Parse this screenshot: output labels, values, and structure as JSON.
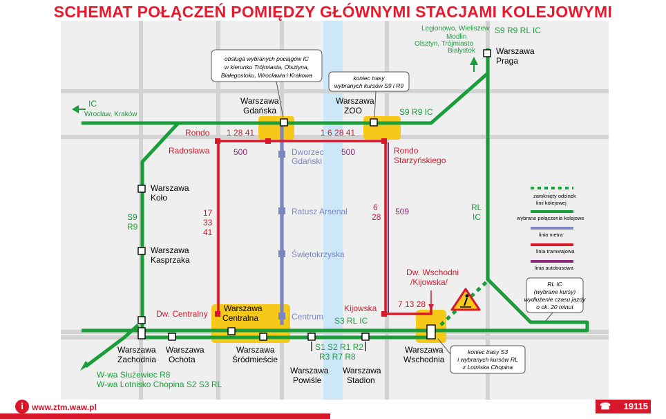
{
  "title": "SCHEMAT POŁĄCZEŃ POMIĘDZY GŁÓWNYMI STACJAMI KOLEJOWYMI",
  "stations": {
    "gdanska": [
      "Warszawa",
      "Gdańska"
    ],
    "zoo": [
      "Warszawa",
      "ZOO"
    ],
    "praga": [
      "Warszawa",
      "Praga"
    ],
    "kolo": [
      "Warszawa",
      "Koło"
    ],
    "kasprzaka": [
      "Warszawa",
      "Kasprzaka"
    ],
    "centralna": [
      "Warszawa",
      "Centralna"
    ],
    "zachodnia": [
      "Warszawa",
      "Zachodnia"
    ],
    "ochota": [
      "Warszawa",
      "Ochota"
    ],
    "srodmiescie": [
      "Warszawa",
      "Śródmieście"
    ],
    "powisle": [
      "Warszawa",
      "Powiśle"
    ],
    "stadion": [
      "Warszawa",
      "Stadion"
    ],
    "wschodnia": [
      "Warszawa",
      "Wschodnia"
    ]
  },
  "metro": {
    "dworzec_gdanski": [
      "Dworzec",
      "Gdański"
    ],
    "ratusz": "Ratusz Arsenał",
    "swietokrzyska": "Świętokrzyska",
    "centrum": "Centrum"
  },
  "tram": {
    "rondo_radoslawa": [
      "Rondo",
      "Radosława"
    ],
    "rondo_starzynskiego": [
      "Rondo",
      "Starzyńskiego"
    ],
    "dw_centralny": "Dw. Centralny",
    "dw_wschodni": [
      "Dw. Wschodni",
      "/Kijowska/"
    ],
    "kijowska": "Kijowska",
    "lines_gdanska": "1 28 41",
    "lines_zoo": "1 6 28 41",
    "lines_left": [
      "17",
      "33",
      "41"
    ],
    "lines_right": [
      "6",
      "28"
    ],
    "lines_kijowska": "7 13 28"
  },
  "bus": {
    "b500_left": "500",
    "b500_right": "500",
    "b509": "509"
  },
  "rail": {
    "ic_west": "IC",
    "ic_west_dest": "Wrocław, Kraków",
    "s9r9ic_mid": "S9 R9 IC",
    "s9r9rlic_top": "S9 R9 RL IC",
    "dest_north": [
      "Legionowo, Wieliszew",
      "Modlin",
      "Olsztyn, Trójmiasto",
      "Białystok"
    ],
    "s9r9_left": [
      "S9",
      "R9"
    ],
    "rlic_right": [
      "RL",
      "IC"
    ],
    "s3rlic": "S3 RL IC",
    "powisle_lines": [
      "S1 S2 R1 R2",
      "R3 R7 R8"
    ],
    "sw_dest": [
      "W-wa Służewiec R8",
      "W-wa Lotnisko Chopina S2 S3 RL"
    ]
  },
  "notes": {
    "gdanska": [
      "obsługa wybranych pociągów IC",
      "w kierunku Trójmiasta, Olsztyna,",
      "Białegostoku, Wrocławia i Krakowa"
    ],
    "zoo": [
      "koniec trasy",
      "wybranych kursów S9 i R9"
    ],
    "rlic": [
      "RL  IC",
      "(wybrane kursy)",
      "wydłużenie czasu jazdy",
      "o ok. 20 minut"
    ],
    "wschodnia": [
      "koniec trasy S3",
      "i wybranych kursów RL",
      "z Lotniska Chopina"
    ]
  },
  "legend": {
    "closed": [
      "zamknięty odcinek",
      "linii kolejowej"
    ],
    "rail": "wybrane połączenia kolejowe",
    "metro": "linia metra",
    "tram": "linia tramwajowa",
    "bus": "linia autobusowa"
  },
  "footer": {
    "url": "www.ztm.waw.pl",
    "phone": "19115",
    "phone_prefix": "19",
    "phone_suffix": "115",
    "info_icon": "i"
  },
  "colors": {
    "rail": "#1a9e3a",
    "metro": "#7b86c0",
    "tram": "#d7182a",
    "bus": "#8a2a7a",
    "river": "#cce7f7",
    "street": "#d6d6d6",
    "hub": "#f6c81a"
  }
}
